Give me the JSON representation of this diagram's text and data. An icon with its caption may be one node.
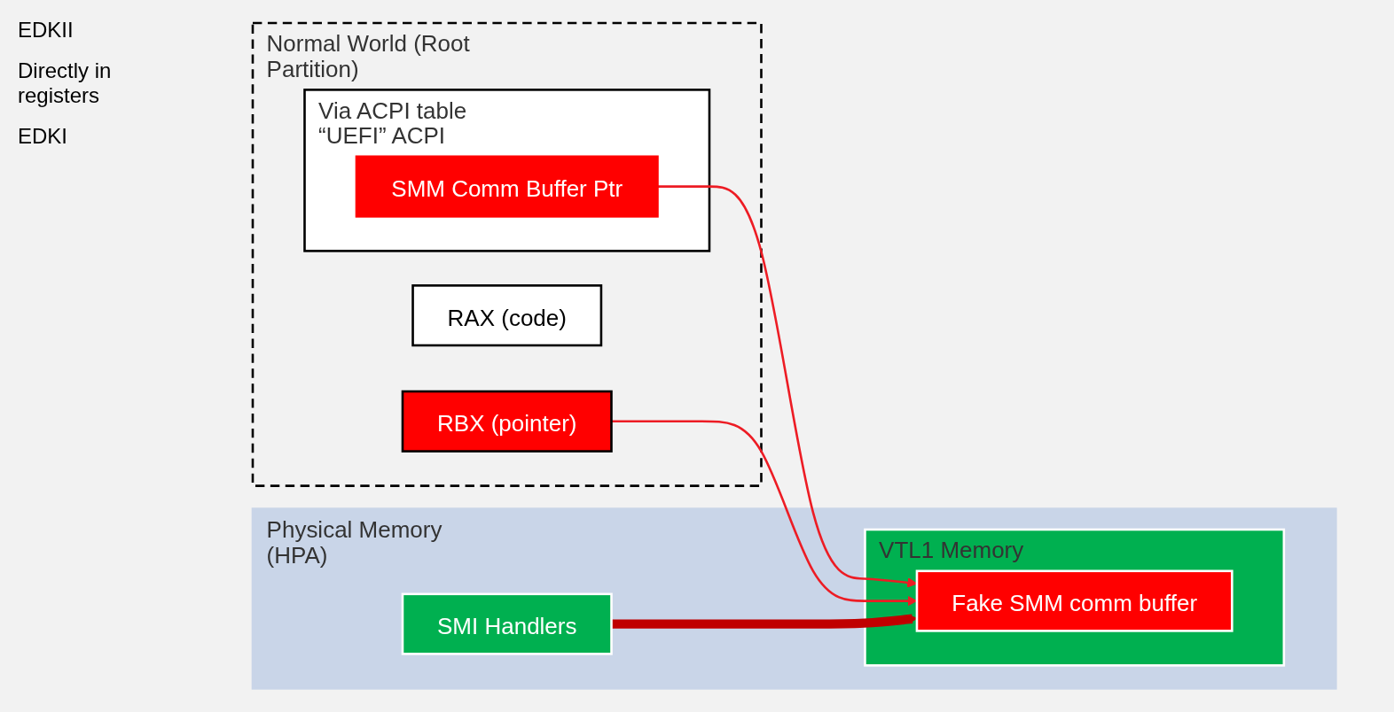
{
  "diagram": {
    "nodes": [
      {
        "text": [
          "Normal World (Root Partition)"
        ]
      },
      {
        "text": [
          "Via ACPI table",
          "“UEFI” ACPI"
        ],
        "in": 0
      },
      {
        "text": [
          "SMM Comm Buffer Ptr"
        ],
        "in": 1
      },
      {
        "text": [
          "RAX (code)"
        ],
        "in": 0
      },
      {
        "text": [
          "RBX (pointer)"
        ],
        "in": 0
      },
      {
        "text": [
          "Physical Memory (HPA)"
        ]
      },
      {
        "text": [
          "SMI Handlers"
        ],
        "in": 5
      },
      {
        "text": [
          "VTL1 Memory"
        ],
        "in": 5
      },
      {
        "text": [
          "Fake SMM comm buffer"
        ],
        "in": 7
      }
    ],
    "edges": [
      {
        "from": 2,
        "to": 8,
        "arrow": "to",
        "color": "#ed1c24"
      },
      {
        "from": 4,
        "to": 8,
        "arrow": "to",
        "color": "#ed1c24"
      },
      {
        "from": 6,
        "to": 8,
        "arrow": "to",
        "style": "thick",
        "color": "#c00000"
      }
    ],
    "labels": [
      "EDKII",
      "Directly in registers",
      "EDKI"
    ]
  }
}
